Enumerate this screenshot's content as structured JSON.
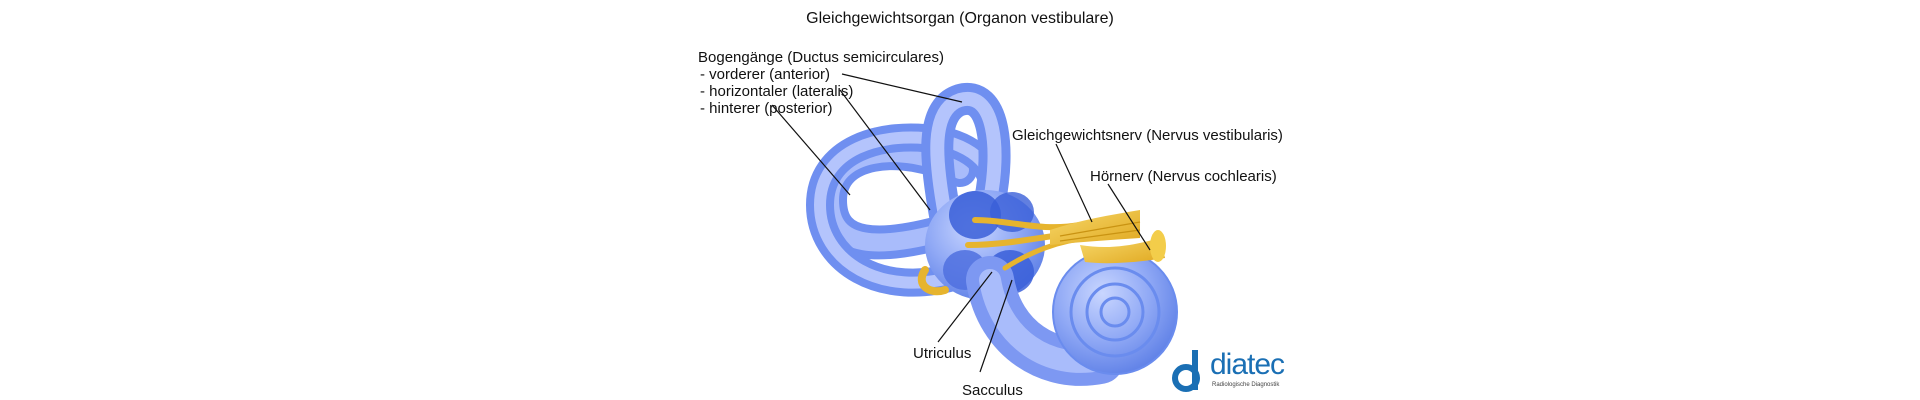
{
  "title": "Gleichgewichtsorgan (Organon vestibulare)",
  "labels": {
    "bogengaenge": "Bogengänge (Ductus semicirculares)",
    "vorderer": "- vorderer (anterior)",
    "horizontaler": "- horizontaler (lateralis)",
    "hinterer": "- hinterer (posterior)",
    "gleichgewichtsnerv": "Gleichgewichtsnerv (Nervus vestibularis)",
    "hoernerv": "Hörnerv (Nervus cochlearis)",
    "utriculus": "Utriculus",
    "sacculus": "Sacculus"
  },
  "logo": {
    "name": "diatec",
    "tagline": "Radiologische Diagnostik"
  },
  "colors": {
    "organ": "#8fa8f5",
    "organ_dark": "#3a5fd8",
    "nerve": "#f0c23a",
    "logo": "#1a6fb4"
  }
}
